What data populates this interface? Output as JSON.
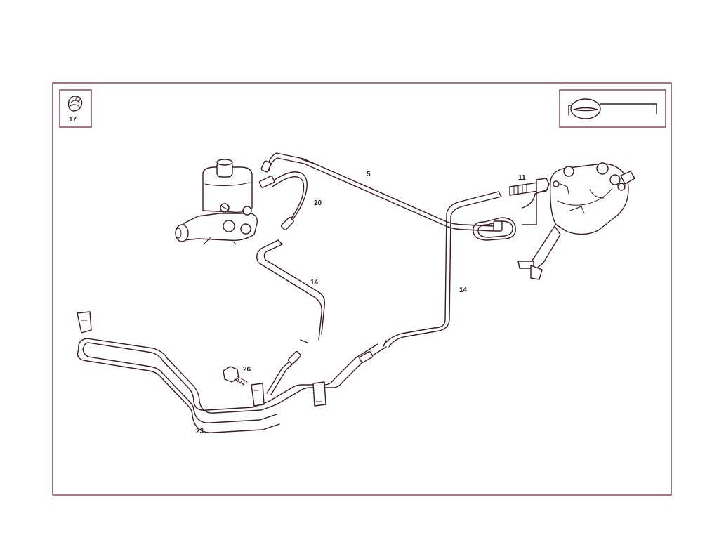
{
  "diagram": {
    "callouts": {
      "c5": "5",
      "c11": "11",
      "c14a": "14",
      "c14b": "14",
      "c17": "17",
      "c20": "20",
      "c23": "23",
      "c26": "26"
    }
  },
  "colors": {
    "frame": "#6a1830",
    "line": "#3a1a24"
  },
  "icons": {
    "clamp_box": "hose-clamp-icon",
    "vehicle_box": "vehicle-location-icon"
  }
}
